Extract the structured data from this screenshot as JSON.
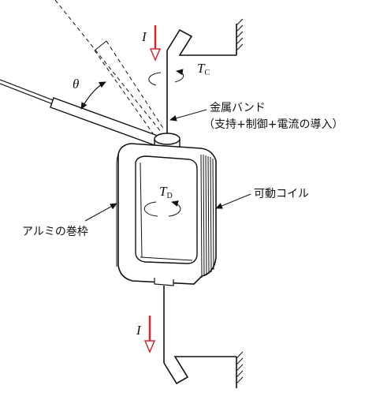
{
  "labels": {
    "current_top": "I",
    "current_bottom": "I",
    "angle": "θ",
    "control_torque": "T",
    "control_torque_sub": "C",
    "drive_torque": "T",
    "drive_torque_sub": "D",
    "metal_band": "金属バンド",
    "metal_band_note": "（支持+制御+電流の導入）",
    "moving_coil": "可動コイル",
    "aluminum_frame": "アルミの巻枠"
  },
  "colors": {
    "current_arrow": "#d9262c",
    "line": "#111111",
    "background": "#ffffff"
  },
  "icons": {
    "curved_arrow": "rotation-arrow-icon",
    "ground": "hatched-fixed-support-icon"
  }
}
